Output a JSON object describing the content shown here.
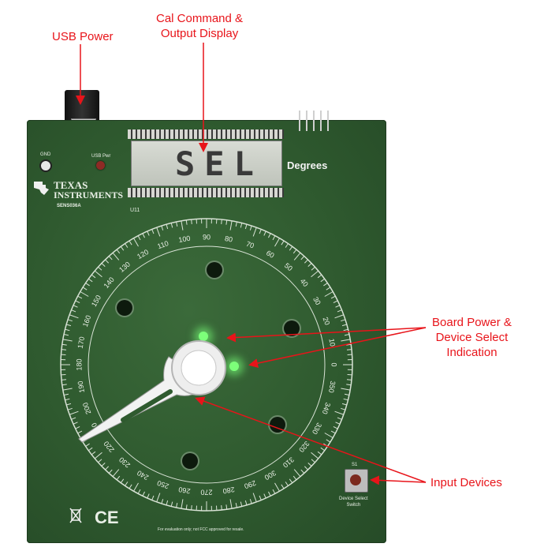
{
  "callouts": {
    "usb_power": "USB Power",
    "cal_line1": "Cal Command &",
    "cal_line2": "Output Display",
    "board_line1": "Board Power &",
    "board_line2": "Device Select",
    "board_line3": "Indication",
    "input_devices": "Input Devices"
  },
  "board": {
    "lcd_text": "SEL",
    "degrees_label": "Degrees",
    "brand_line1": "TEXAS",
    "brand_line2": "INSTRUMENTS",
    "part_number": "SENS036A",
    "gnd_label": "GND",
    "usb_pwr_label": "USB Pwr",
    "lcd_ref": "U11",
    "switch_ref": "S1",
    "switch_label_line1": "Device Select",
    "switch_label_line2": "Switch",
    "footer_note": "For evaluation only; not FCC approved for resale.",
    "ce_mark": "CE",
    "dial_labels": [
      "0",
      "10",
      "20",
      "30",
      "40",
      "50",
      "60",
      "70",
      "80",
      "90",
      "100",
      "110",
      "120",
      "130",
      "140",
      "150",
      "160",
      "170",
      "180",
      "190",
      "200",
      "210",
      "220",
      "230",
      "240",
      "250",
      "260",
      "270",
      "280",
      "290",
      "300",
      "310",
      "320",
      "330",
      "340",
      "350"
    ]
  },
  "colors": {
    "callout": "#e8141a",
    "board": "#2f5a2f",
    "silkscreen": "#e9efe6",
    "led": "#7dff7a"
  }
}
